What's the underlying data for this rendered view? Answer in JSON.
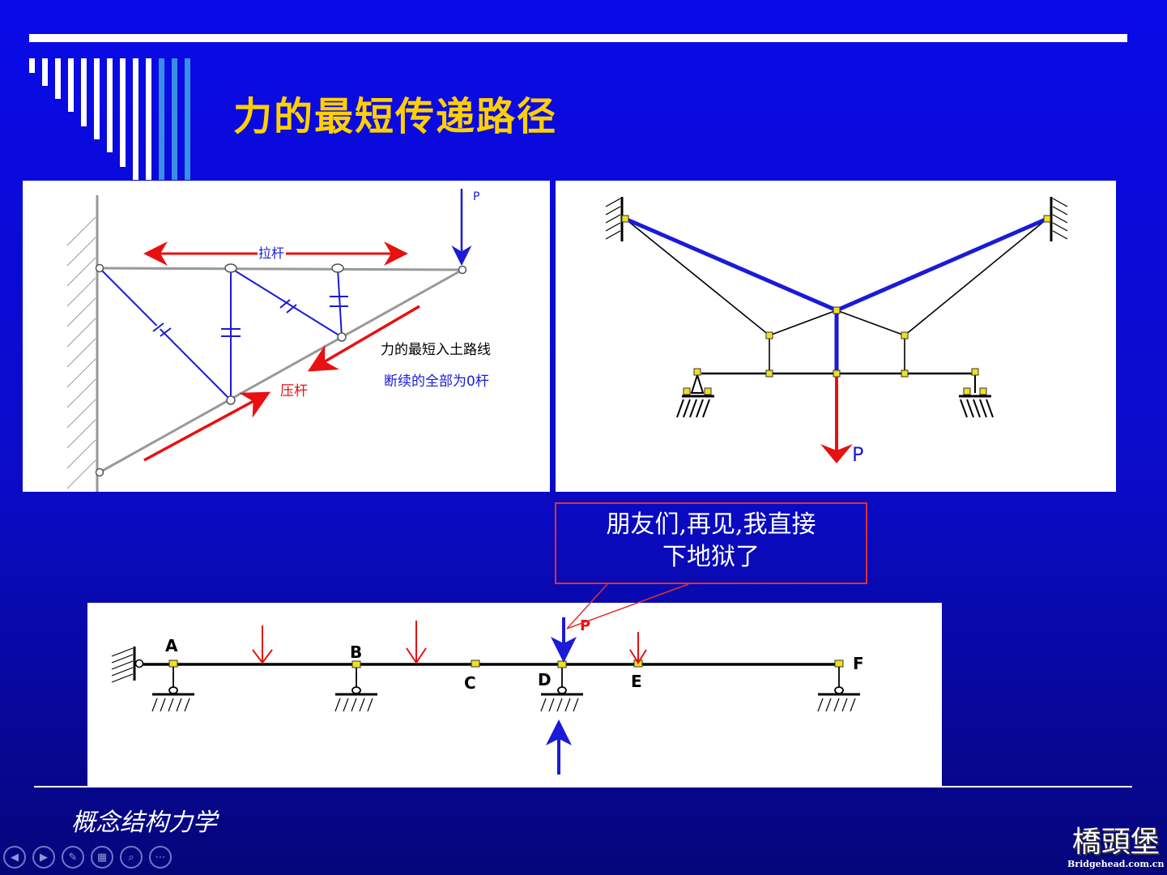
{
  "slide": {
    "title": "力的最短传递路径",
    "footer_title": "概念结构力学"
  },
  "truss_diagram": {
    "load_label": "P",
    "tension_label": "拉杆",
    "compression_label": "压杆",
    "note_line1": "力的最短入土路线",
    "note_line2": "断续的全部为0杆"
  },
  "suspension_diagram": {
    "load_label": "P"
  },
  "callout": {
    "line1": "朋友们,再见,我直接",
    "line2": "下地狱了"
  },
  "beam_diagram": {
    "load_label": "P",
    "nodes": [
      "A",
      "B",
      "C",
      "D",
      "E",
      "F"
    ]
  },
  "watermark": {
    "main": "橋頭堡",
    "sub": "Bridgehead.com.cn"
  },
  "colors": {
    "background": "#0a0ae8",
    "title": "#ffd000",
    "member_blue": "#1a1ad8",
    "force_red": "#e81010",
    "joint_yellow": "#f0e020"
  },
  "nav_icons": [
    "prev-icon",
    "next-icon",
    "pen-icon",
    "slides-icon",
    "zoom-icon",
    "more-icon"
  ]
}
